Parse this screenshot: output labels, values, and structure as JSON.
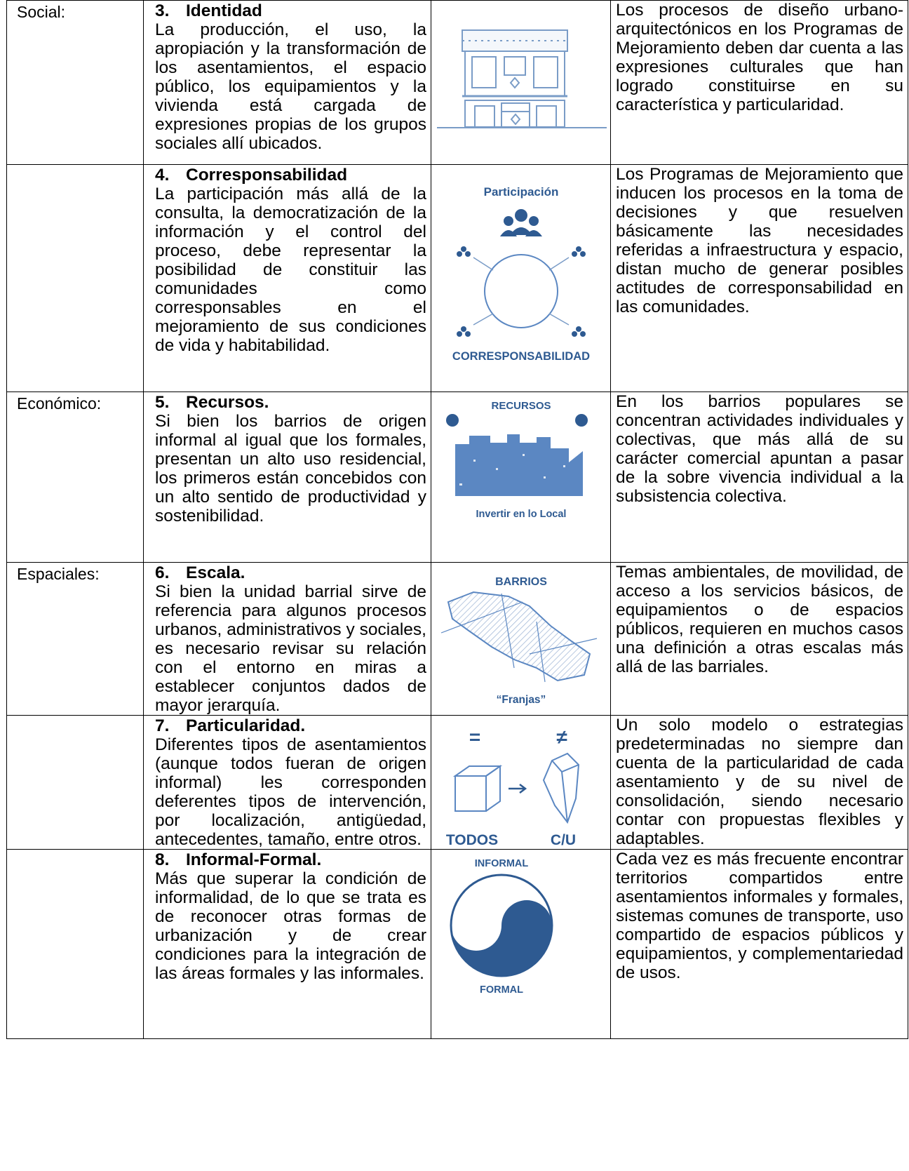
{
  "rows": [
    {
      "category": "Social:",
      "num": "3.",
      "title": "Identidad",
      "text": "La producción, el uso, la apropiación y la transformación de los asentamientos, el espacio público, los equipamientos y la vivienda está cargada de expresiones propias de los grupos sociales allí ubicados.",
      "icon": "building-facade-icon",
      "description": "Los procesos de diseño urbano-arquitectónicos en los Programas de Mejoramiento deben dar cuenta a las expresiones culturales que han logrado constituirse en su característica y particularidad."
    },
    {
      "category": "",
      "num": "4.",
      "title": "Corresponsabilidad",
      "text": "La participación más allá de la consulta, la democratización de la información y el control del proceso, debe representar la posibilidad de constituir las comunidades como corresponsables en el mejoramiento de sus condiciones de vida y habitabilidad.",
      "icon": "participation-icon",
      "icon_top_label": "Participación",
      "icon_bottom_label": "CORRESPONSABILIDAD",
      "description": "Los Programas de Mejoramiento que inducen los procesos en la toma de decisiones y que resuelven básicamente las necesidades referidas a infraestructura y espacio, distan mucho de generar posibles actitudes de corresponsabilidad en las comunidades."
    },
    {
      "category": "Económico:",
      "num": "5.",
      "title": "Recursos.",
      "text": "Si bien los barrios de origen informal al igual que los formales, presentan un alto uso residencial, los primeros están concebidos con un alto sentido de productividad y sostenibilidad.",
      "icon": "resources-icon",
      "icon_top_label": "RECURSOS",
      "icon_bottom_label": "Invertir en lo Local",
      "description": "En los barrios populares se concentran actividades individuales y colectivas, que más allá de su carácter comercial apuntan a pasar de la sobre vivencia individual a la subsistencia colectiva."
    },
    {
      "category": "Espaciales:",
      "num": "6.",
      "title": "Escala.",
      "text": "Si bien la unidad barrial sirve de referencia para algunos procesos urbanos, administrativos y sociales, es necesario revisar su relación con el entorno en miras a establecer conjuntos dados de mayor jerarquía.",
      "icon": "map-icon",
      "icon_top_label": "BARRIOS",
      "icon_bottom_label": "“Franjas”",
      "description": "Temas ambientales, de movilidad, de acceso a los servicios básicos, de equipamientos o de espacios públicos, requieren en muchos casos una definición a otras escalas más allá de las barriales."
    },
    {
      "category": "",
      "num": "7.",
      "title": "Particularidad.",
      "text": "Diferentes tipos de asentamientos (aunque todos fueran de origen informal) les corresponden deferentes tipos de intervención, por localización, antigüedad, antecedentes, tamaño, entre otros.",
      "icon": "cube-crystal-icon",
      "icon_left_symbol": "=",
      "icon_right_symbol": "≠",
      "icon_left_label": "TODOS",
      "icon_right_label": "C/U",
      "description": "Un solo modelo o estrategias predeterminadas no siempre dan cuenta de la particularidad de cada asentamiento y de su nivel de consolidación, siendo necesario contar con propuestas flexibles y adaptables."
    },
    {
      "category": "",
      "num": "8.",
      "title": "Informal-Formal.",
      "text": "Más que superar la condición de informalidad, de lo que se trata es de reconocer otras formas de urbanización y de crear condiciones para la integración de las áreas formales y las informales.",
      "icon": "yin-yang-icon",
      "icon_top_label": "INFORMAL",
      "icon_bottom_label": "FORMAL",
      "description": "Cada vez es más frecuente encontrar territorios compartidos entre asentamientos informales y formales, sistemas comunes de transporte, uso compartido de espacios públicos y equipamientos, y complementariedad de usos."
    }
  ],
  "colors": {
    "accent": "#2e5a91",
    "icon_fill": "#5b87c2",
    "icon_line": "#7a9cc7"
  }
}
